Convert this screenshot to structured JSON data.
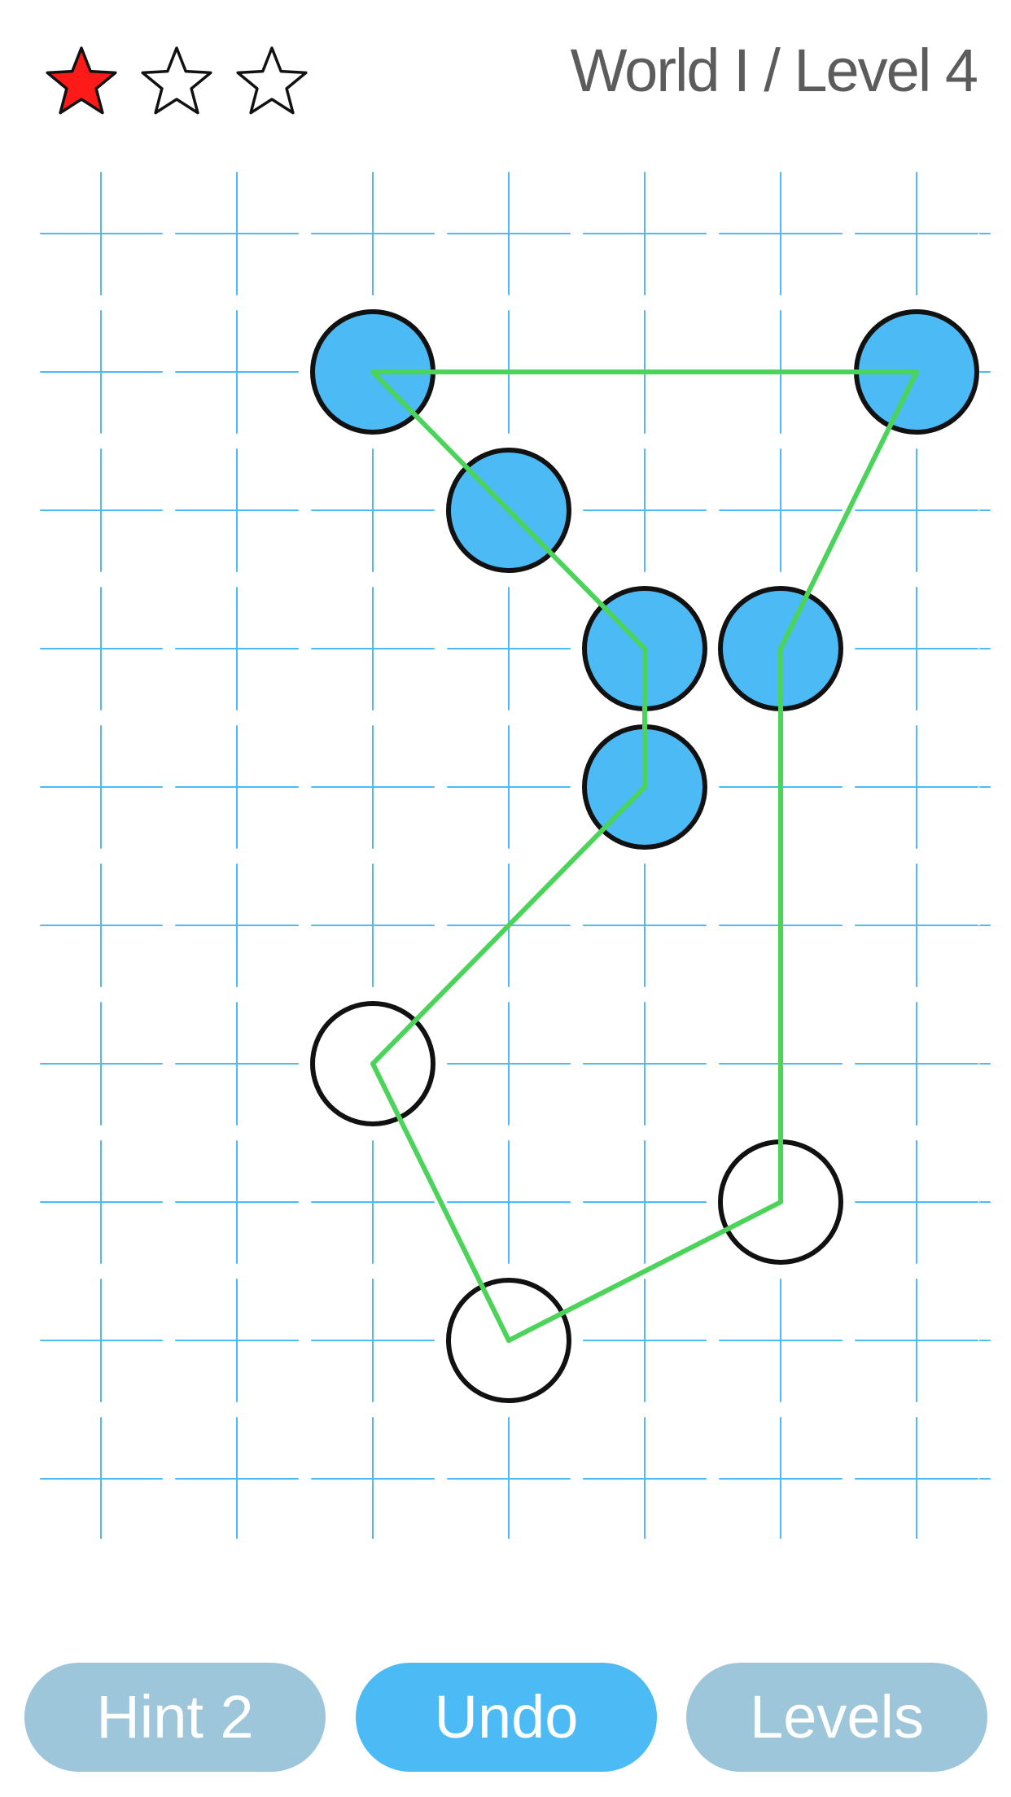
{
  "header": {
    "title": "World I / Level 4",
    "stars_earned": 1,
    "stars_total": 3
  },
  "colors": {
    "grid": "#4cbaf5",
    "node_filled": "#4cbaf5",
    "node_outline": "#111111",
    "path": "#4bd35a",
    "star_filled": "#ff1a1a",
    "button_primary": "#4cbaf5",
    "button_secondary": "#9dc6da"
  },
  "board": {
    "columns": 7,
    "rows": 10,
    "nodes": [
      {
        "col": 2,
        "row": 1,
        "filled": true
      },
      {
        "col": 6,
        "row": 1,
        "filled": true
      },
      {
        "col": 3,
        "row": 2,
        "filled": true
      },
      {
        "col": 4,
        "row": 3,
        "filled": true
      },
      {
        "col": 5,
        "row": 3,
        "filled": true
      },
      {
        "col": 4,
        "row": 4,
        "filled": true
      },
      {
        "col": 2,
        "row": 6,
        "filled": false
      },
      {
        "col": 5,
        "row": 7,
        "filled": false
      },
      {
        "col": 3,
        "row": 8,
        "filled": false
      }
    ],
    "path": [
      [
        3,
        8
      ],
      [
        2,
        6
      ],
      [
        4,
        4
      ],
      [
        4,
        3
      ],
      [
        2,
        1
      ],
      [
        6,
        1
      ],
      [
        5,
        3
      ],
      [
        5,
        7
      ],
      [
        3,
        8
      ]
    ]
  },
  "buttons": {
    "hint_label": "Hint 2",
    "undo_label": "Undo",
    "levels_label": "Levels"
  }
}
